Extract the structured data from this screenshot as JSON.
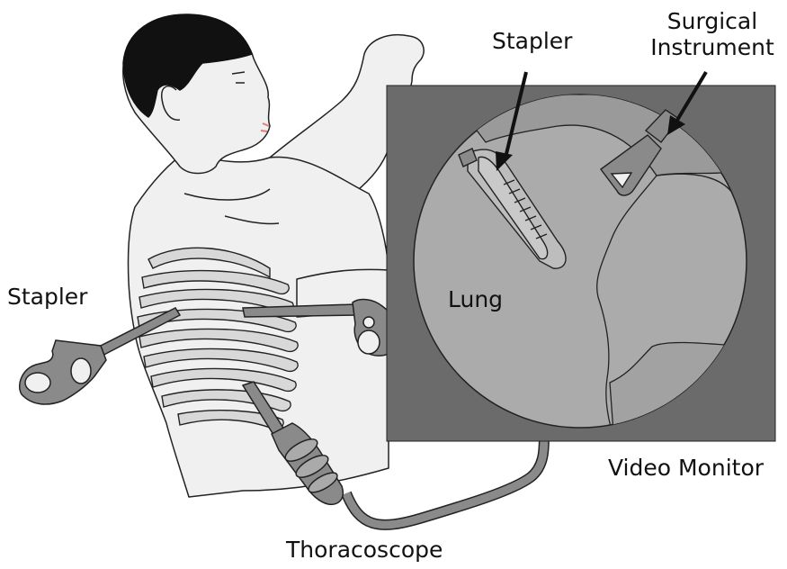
{
  "labels": {
    "stapler_left": "Stapler",
    "stapler_top": "Stapler",
    "surgical_instrument_line1": "Surgical",
    "surgical_instrument_line2": "Instrument",
    "lung": "Lung",
    "video_monitor": "Video Monitor",
    "thoracoscope": "Thoracoscope"
  },
  "colors": {
    "monitor_frame": "#6b6b6b",
    "screen_view": "#ababab",
    "body_skin": "#f0f0f0",
    "hair": "#111111",
    "ribs": "#d8d8d8",
    "instrument": "#8a8a8a",
    "outline": "#222222",
    "lips": "#e27b7b"
  }
}
